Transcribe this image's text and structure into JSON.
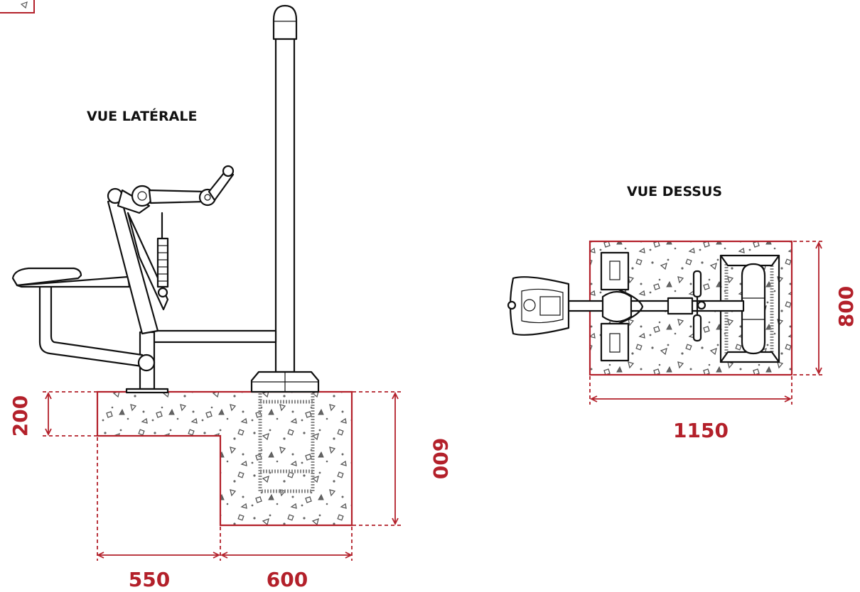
{
  "titles": {
    "side_view": "VUE LATÉRALE",
    "top_view": "VUE DESSUS"
  },
  "dimensions": {
    "slab_height": "200",
    "block_height": "600",
    "slab_width": "550",
    "block_width": "600",
    "top_width": "1150",
    "top_depth": "800"
  },
  "colors": {
    "dimension": "#b3202a",
    "outline": "#111111",
    "rebar": "#888888"
  }
}
